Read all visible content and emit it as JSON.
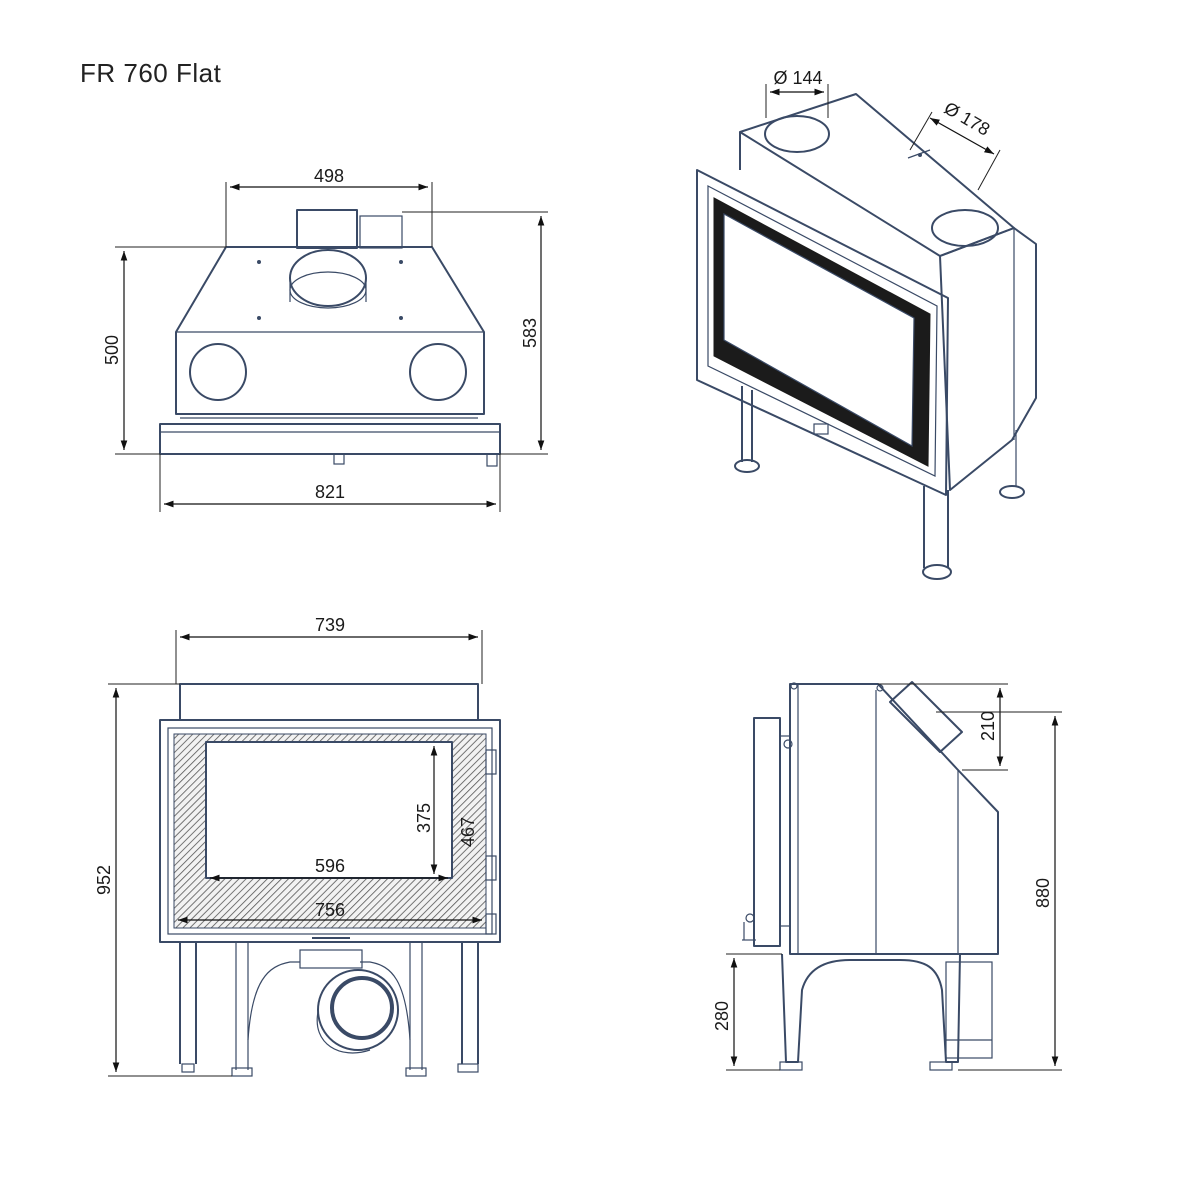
{
  "title": "FR 760 Flat",
  "dimensions": {
    "front_top_width": "498",
    "front_height_body": "500",
    "front_height_total": "583",
    "front_base_width": "821",
    "iso_diameter_small": "Ø 144",
    "iso_diameter_large": "Ø 178",
    "view_width_top": "739",
    "view_height_total": "952",
    "glass_height": "375",
    "frame_height": "467",
    "glass_width": "596",
    "frame_width": "756",
    "side_outlet_height": "210",
    "side_height_total": "880",
    "side_leg_height": "280"
  }
}
